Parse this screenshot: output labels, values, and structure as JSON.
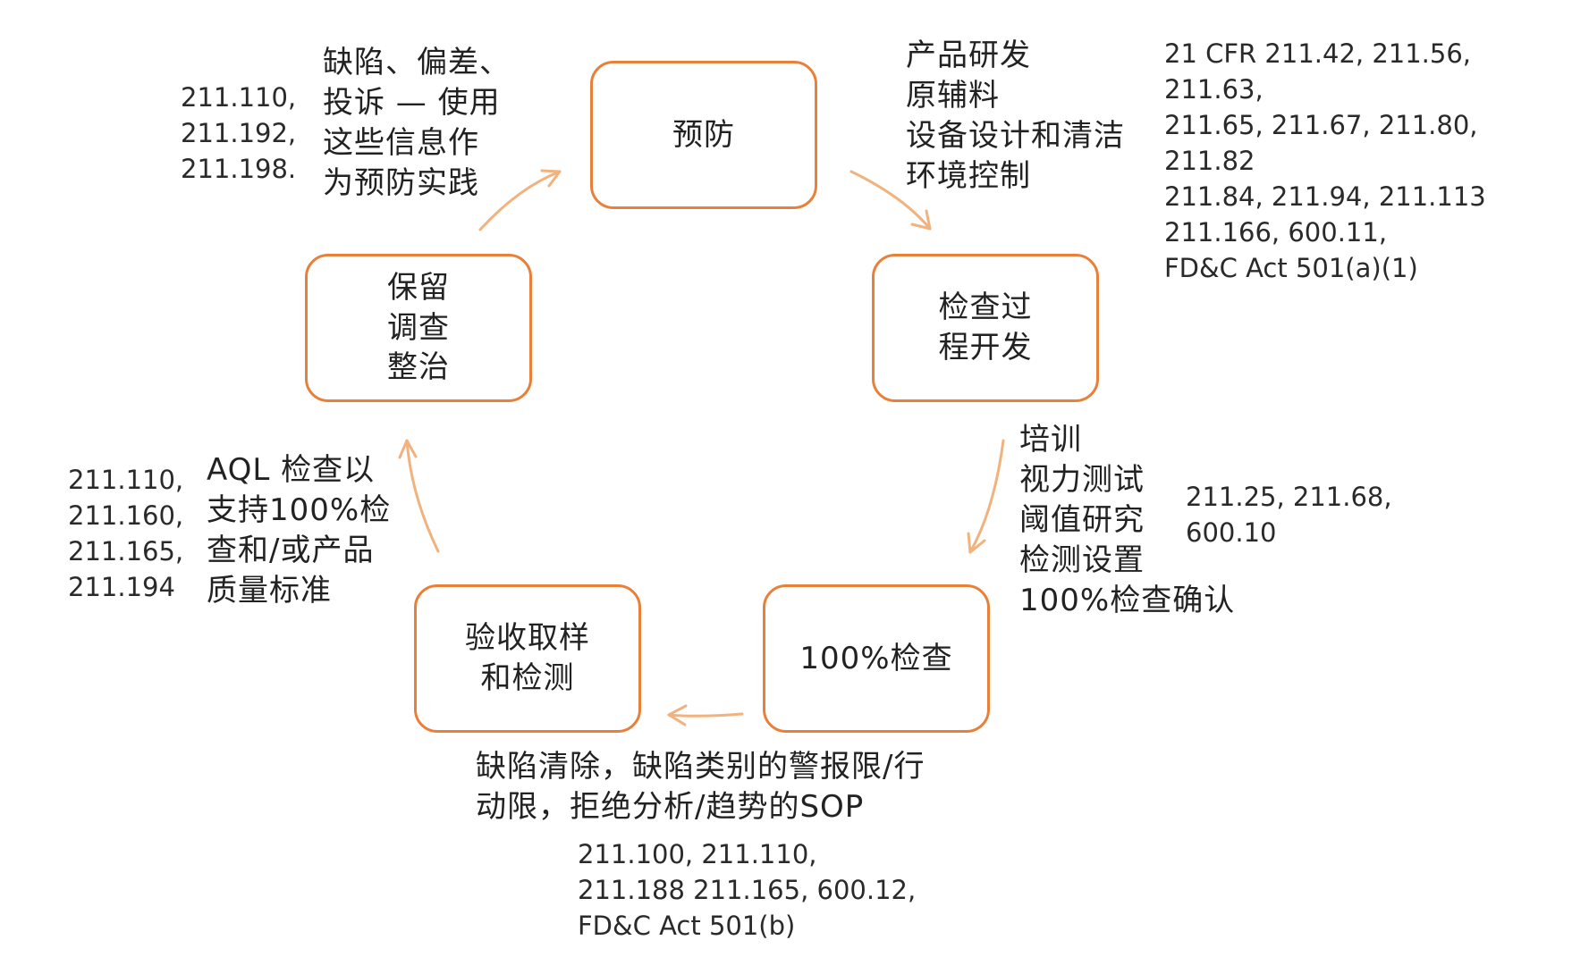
{
  "colors": {
    "accent": "#e8803a",
    "arrow": "#f2b27e",
    "text": "#222222"
  },
  "nodes": {
    "prevention": "预防",
    "process_development": "检查过\n程开发",
    "full_inspection": "100%检查",
    "acceptance_sampling": "验收取样\n和检测",
    "retain_investigate": "保留\n调查\n整治"
  },
  "descriptions": {
    "top_right": "产品研发\n原辅料\n设备设计和清洁\n环境控制",
    "right": "培训\n视力测试\n阈值研究\n检测设置\n100%检查确认",
    "bottom": "缺陷清除，缺陷类别的警报限/行\n动限，拒绝分析/趋势的SOP",
    "left": "AQL 检查以\n支持100%检\n查和/或产品\n质量标准",
    "top_left": "缺陷、偏差、\n投诉 — 使用\n这些信息作\n为预防实践"
  },
  "references": {
    "top_right": "21 CFR 211.42, 211.56, 211.63,\n211.65, 211.67, 211.80, 211.82\n211.84, 211.94, 211.113\n211.166, 600.11,\nFD&C Act 501(a)(1)",
    "right": "211.25, 211.68,\n600.10",
    "bottom": "211.100, 211.110,\n211.188 211.165, 600.12,\nFD&C Act 501(b)",
    "left": "211.110,\n211.160,\n211.165,\n211.194",
    "top_left": "211.110,\n211.192,\n211.198."
  }
}
